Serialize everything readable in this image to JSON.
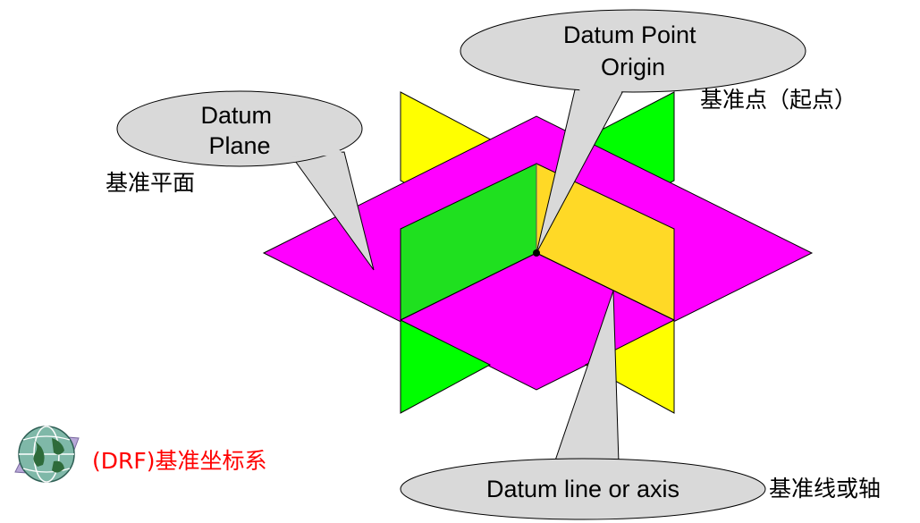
{
  "labels": {
    "datum_point_bubble": [
      "Datum Point",
      "Origin"
    ],
    "datum_plane_bubble": [
      "Datum",
      "Plane"
    ],
    "datum_line_bubble": "Datum line or axis",
    "datum_point_cn": "基准点（起点）",
    "datum_plane_cn": "基准平面",
    "datum_line_cn": "基准线或轴",
    "drf_label": "(DRF)基准坐标系"
  },
  "icons": {
    "globe": "globe-icon"
  },
  "colors": {
    "horizontal_plane": "#ff00ff",
    "vertical_plane_a": "#00ff00",
    "vertical_plane_b": "#ffff00",
    "bubble_fill": "#d9d9d9",
    "drf_text": "#ff0000"
  }
}
